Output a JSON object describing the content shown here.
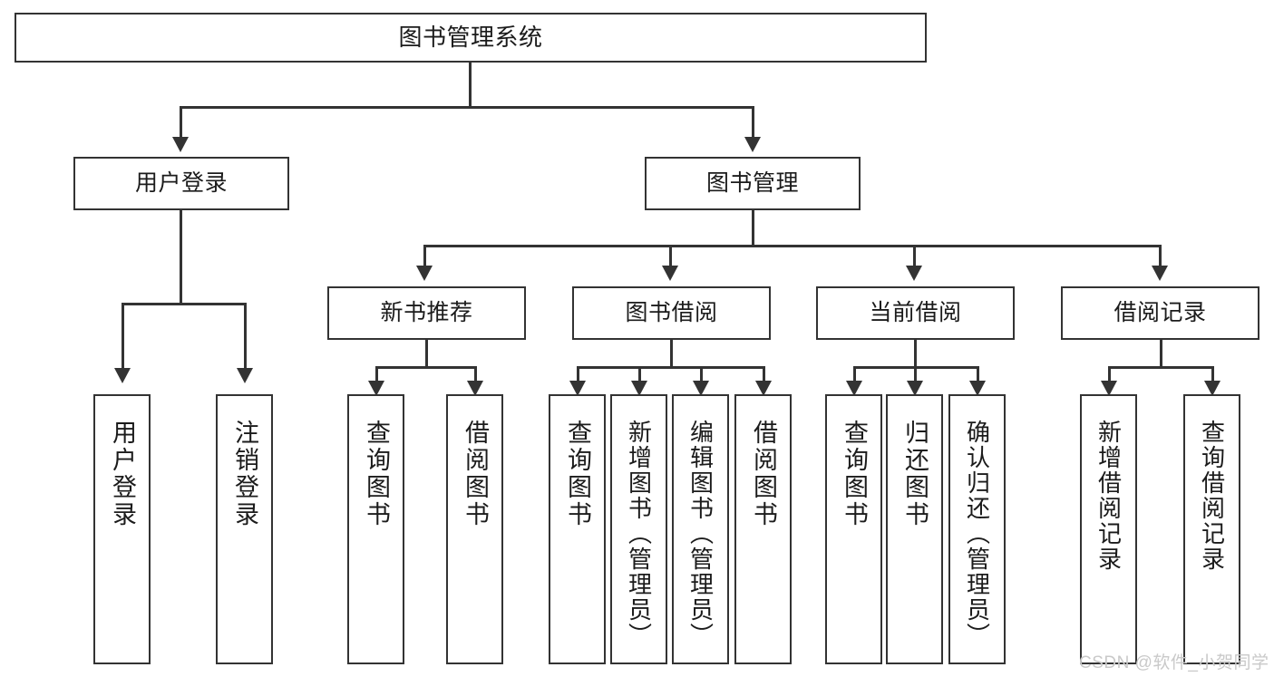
{
  "diagram": {
    "title": "图书管理系统",
    "type": "tree",
    "root": {
      "label": "图书管理系统"
    },
    "level2": [
      {
        "label": "用户登录"
      },
      {
        "label": "图书管理"
      }
    ],
    "level3": [
      {
        "label": "新书推荐"
      },
      {
        "label": "图书借阅"
      },
      {
        "label": "当前借阅"
      },
      {
        "label": "借阅记录"
      }
    ],
    "leaves": {
      "user_login": [
        {
          "label": "用户登录"
        },
        {
          "label": "注销登录"
        }
      ],
      "new_book_recommend": [
        {
          "label": "查询图书"
        },
        {
          "label": "借阅图书"
        }
      ],
      "book_borrow": [
        {
          "label": "查询图书"
        },
        {
          "label": "新增图书（管理员）"
        },
        {
          "label": "编辑图书（管理员）"
        },
        {
          "label": "借阅图书"
        }
      ],
      "current_borrow": [
        {
          "label": "查询图书"
        },
        {
          "label": "归还图书"
        },
        {
          "label": "确认归还（管理员）"
        }
      ],
      "borrow_record": [
        {
          "label": "新增借阅记录"
        },
        {
          "label": "查询借阅记录"
        }
      ]
    }
  },
  "watermark": {
    "text": "CSDN @软件_小贺同学"
  },
  "colors": {
    "stroke": "#333333",
    "background": "#ffffff",
    "text": "#1b1b1b",
    "watermark": "#c9c9c9"
  }
}
